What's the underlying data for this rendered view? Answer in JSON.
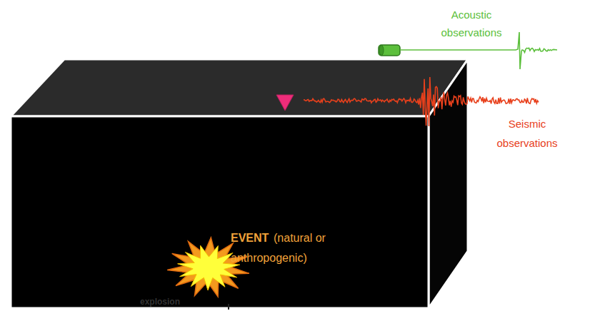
{
  "diagram": {
    "labels": [
      "Acoustic observations",
      "Seismic observations",
      "EVENT",
      "(natural or anthropogenic)",
      "explosion"
    ]
  }
}
